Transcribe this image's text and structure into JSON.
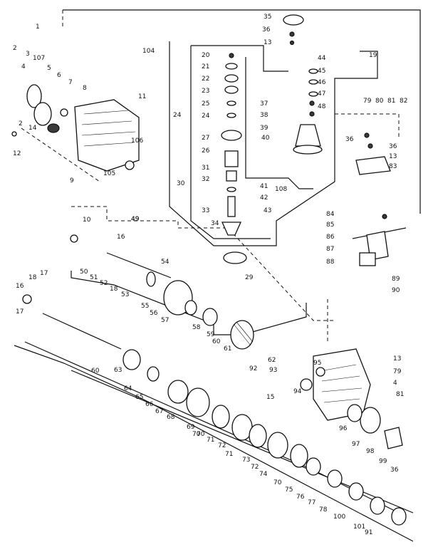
{
  "diagram": {
    "labels": [
      "1",
      "2",
      "3",
      "107",
      "4",
      "5",
      "6",
      "7",
      "8",
      "11",
      "14",
      "2",
      "12",
      "9",
      "106",
      "105",
      "104",
      "20",
      "21",
      "22",
      "23",
      "25",
      "24",
      "24",
      "27",
      "26",
      "30",
      "31",
      "32",
      "33",
      "34",
      "29",
      "35",
      "36",
      "13",
      "19",
      "44",
      "45",
      "46",
      "47",
      "48",
      "37",
      "38",
      "39",
      "40",
      "41",
      "42",
      "43",
      "49",
      "108",
      "79",
      "80",
      "81",
      "82",
      "36",
      "36",
      "13",
      "83",
      "84",
      "85",
      "86",
      "87",
      "88",
      "89",
      "90",
      "10",
      "16",
      "49",
      "54",
      "50",
      "51",
      "52",
      "18",
      "53",
      "55",
      "56",
      "57",
      "58",
      "59",
      "60",
      "61",
      "62",
      "93",
      "92",
      "94",
      "15",
      "16",
      "17",
      "17",
      "18",
      "60",
      "63",
      "64",
      "65",
      "66",
      "67",
      "68",
      "69",
      "70",
      "70",
      "71",
      "72",
      "71",
      "73",
      "72",
      "74",
      "70",
      "75",
      "76",
      "77",
      "78",
      "100",
      "101",
      "91",
      "95",
      "96",
      "97",
      "98",
      "99",
      "36",
      "13",
      "79",
      "4",
      "81"
    ]
  }
}
